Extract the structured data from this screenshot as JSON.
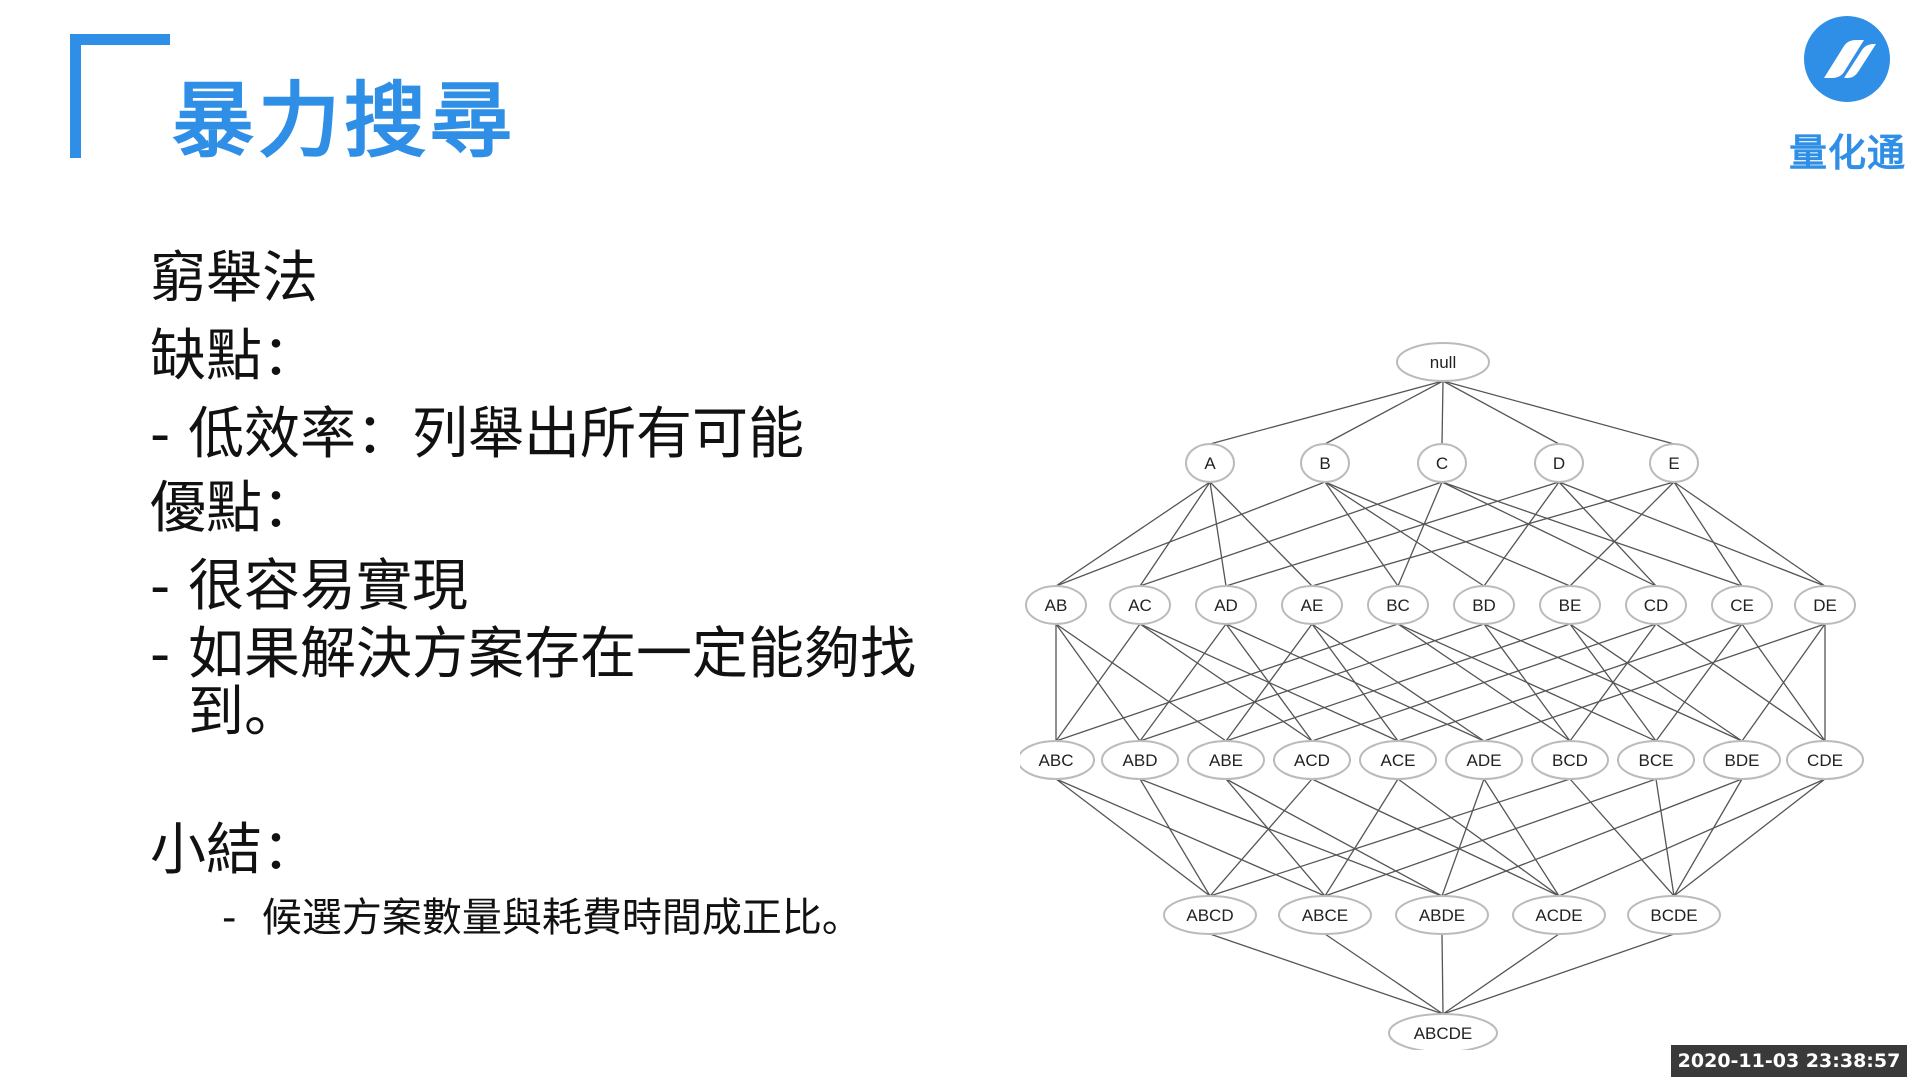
{
  "slide": {
    "title": "暴力搜尋",
    "logo_text": "量化通",
    "lines": {
      "method": "窮舉法",
      "cons_label": "缺點：",
      "cons_1": "低效率：列舉出所有可能",
      "pros_label": "優點：",
      "pros_1": "很容易實現",
      "pros_2": "如果解決方案存在一定能夠找到。",
      "summary_label": "小結：",
      "summary_1": "候選方案數量與耗費時間成正比。"
    },
    "dash": "-",
    "colors": {
      "accent": "#2f8fe6",
      "text": "#111111",
      "stamp_bg": "#3a3a3a"
    }
  },
  "diagram": {
    "rows": [
      [
        "null"
      ],
      [
        "A",
        "B",
        "C",
        "D",
        "E"
      ],
      [
        "AB",
        "AC",
        "AD",
        "AE",
        "BC",
        "BD",
        "BE",
        "CD",
        "CE",
        "DE"
      ],
      [
        "ABC",
        "ABD",
        "ABE",
        "ACD",
        "ACE",
        "ADE",
        "BCD",
        "BCE",
        "BDE",
        "CDE"
      ],
      [
        "ABCD",
        "ABCE",
        "ABDE",
        "ACDE",
        "BCDE"
      ],
      [
        "ABCDE"
      ]
    ]
  },
  "timestamp": "2020-11-03 23:38:57"
}
